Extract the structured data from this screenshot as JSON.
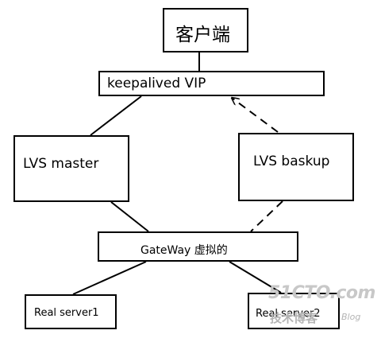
{
  "nodes": {
    "client": "客户端",
    "vip": "keepalived VIP",
    "master": "LVS master",
    "backup": "LVS baskup",
    "gateway": "GateWay 虚拟的",
    "real1": "Real server1",
    "real2": "Real server2"
  },
  "watermark": {
    "site": "51CTO.com",
    "sub": "技术博客",
    "blog": "Blog"
  },
  "edges": [
    {
      "from": "client",
      "to": "vip",
      "style": "solid"
    },
    {
      "from": "vip",
      "to": "master",
      "style": "solid"
    },
    {
      "from": "vip",
      "to": "backup",
      "style": "dashed",
      "arrow": "vip"
    },
    {
      "from": "master",
      "to": "gateway",
      "style": "solid"
    },
    {
      "from": "backup",
      "to": "gateway",
      "style": "dashed"
    },
    {
      "from": "gateway",
      "to": "real1",
      "style": "solid"
    },
    {
      "from": "gateway",
      "to": "real2",
      "style": "solid"
    }
  ]
}
